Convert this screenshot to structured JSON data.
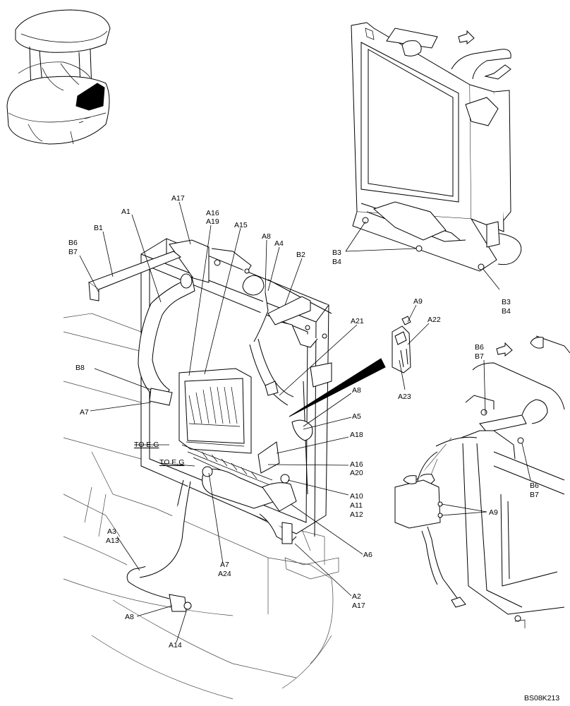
{
  "drawing_id": "BS08K213",
  "labels": {
    "a1": "A1",
    "a17_top": "A17",
    "a16_top": "A16",
    "a19": "A19",
    "a15": "A15",
    "a8_top": "A8",
    "a4": "A4",
    "b2": "B2",
    "b1": "B1",
    "b6_left": "B6",
    "b7_left": "B7",
    "b8": "B8",
    "a7_left": "A7",
    "a21": "A21",
    "a8_mid": "A8",
    "a5": "A5",
    "a18": "A18",
    "a16_mid": "A16",
    "a20": "A20",
    "a10": "A10",
    "a11": "A11",
    "a12": "A12",
    "a6": "A6",
    "a2": "A2",
    "a17_bottom": "A17",
    "a7_bottom": "A7",
    "a24": "A24",
    "a3": "A3",
    "a13": "A13",
    "a8_bottom": "A8",
    "a14": "A14",
    "to_eg_1": "TO E.G",
    "to_eg_2": "TO E.G",
    "b3_left": "B3",
    "b4_left": "B4",
    "b3_right": "B3",
    "b4_right": "B4",
    "a9_top": "A9",
    "a22": "A22",
    "a23": "A23",
    "b6_right_top": "B6",
    "b7_right_top": "B7",
    "b6_right": "B6",
    "b7_right": "B7",
    "a9_right": "A9"
  },
  "icons": {
    "machine_thumbnail": "excavator-location-icon",
    "arrow": "direction-arrow-icon"
  }
}
